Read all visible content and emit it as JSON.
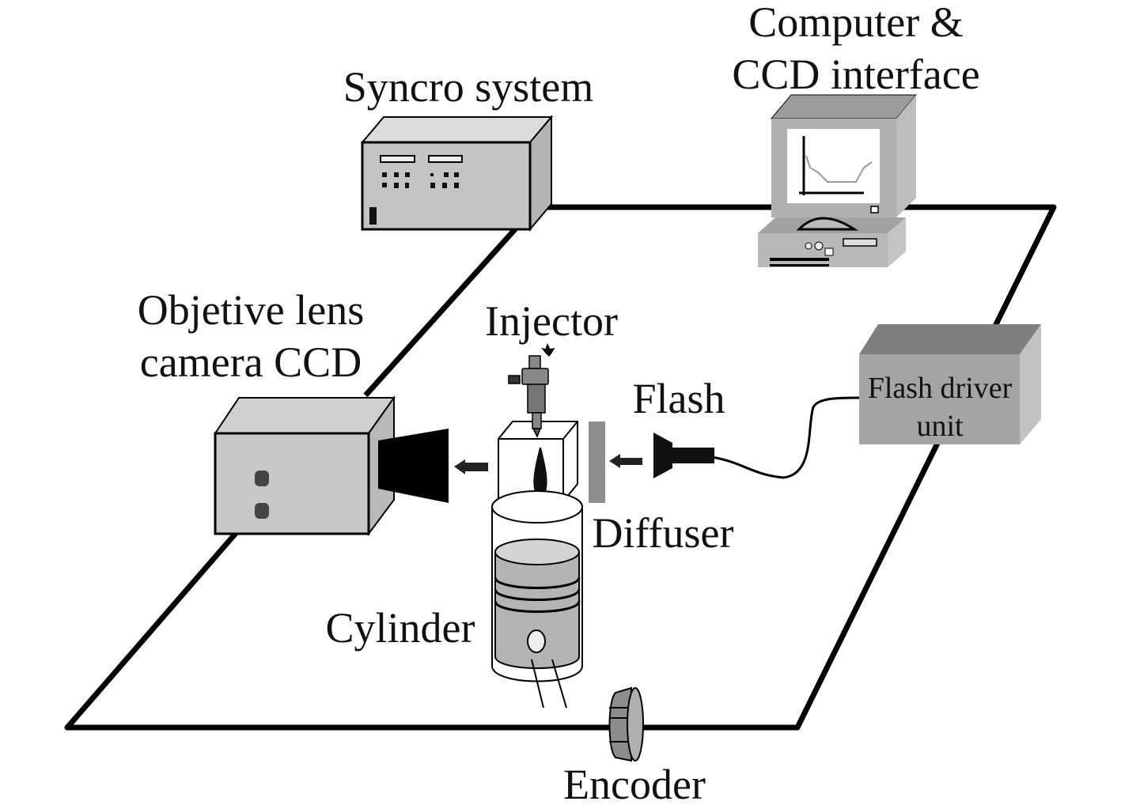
{
  "title": "Experimental setup",
  "labels": {
    "computer_line1": "Computer &",
    "computer_line2": "CCD interface",
    "syncro": "Syncro system",
    "objective_line1": "Objetive lens",
    "objective_line2": "camera CCD",
    "injector": "Injector",
    "flash": "Flash",
    "flash_driver_line1": "Flash driver",
    "flash_driver_line2": "unit",
    "diffuser": "Diffuser",
    "cylinder": "Cylinder",
    "encoder": "Encoder"
  },
  "colors": {
    "box_light": "#c8c8c8",
    "box_mid": "#a8a8a8",
    "box_dark": "#8a8a8a",
    "line": "#000000"
  }
}
